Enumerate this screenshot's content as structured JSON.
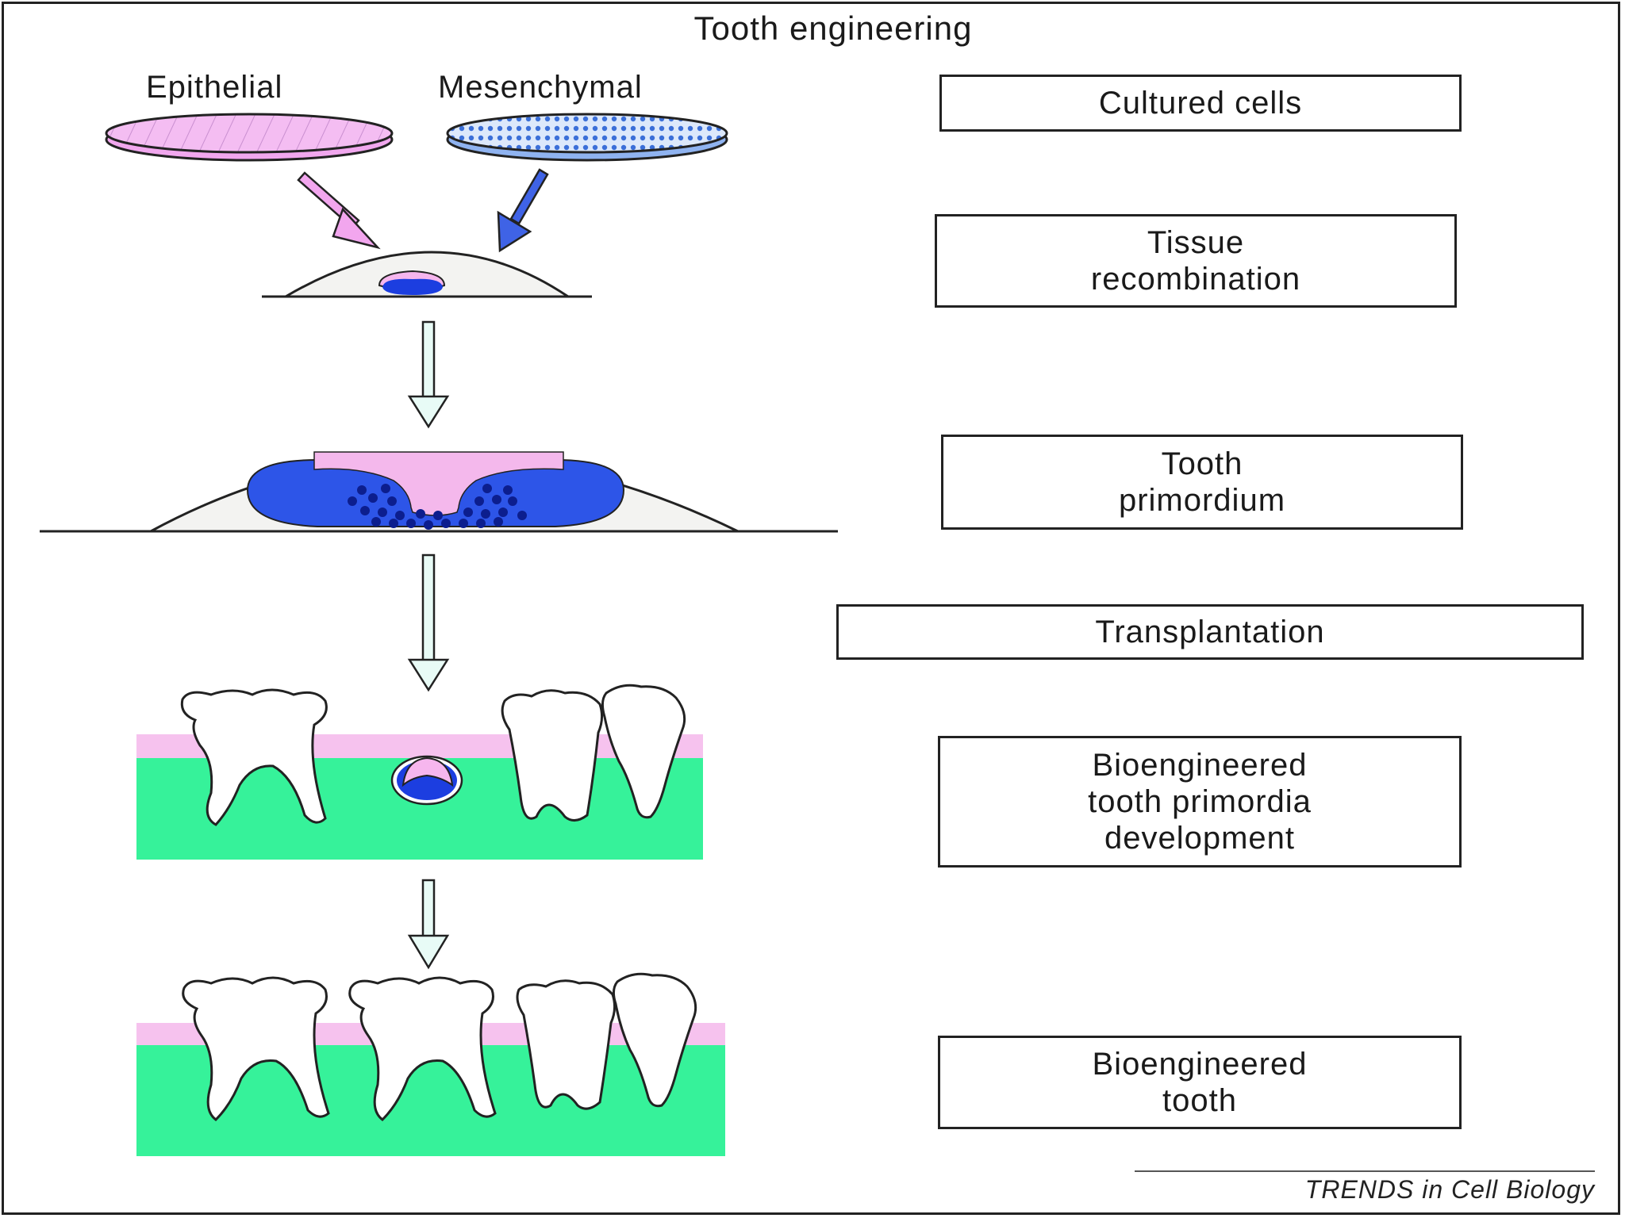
{
  "title": "Tooth engineering",
  "dishes": {
    "epithelial": "Epithelial",
    "mesenchymal": "Mesenchymal"
  },
  "steps": [
    "Cultured cells",
    "Tissue\nrecombination",
    "Tooth\nprimordium",
    "Transplantation",
    "Bioengineered\ntooth primordia\ndevelopment",
    "Bioengineered\ntooth"
  ],
  "credit": "TRENDS in Cell Biology",
  "colors": {
    "epithelial_pink": "#f2b6f0",
    "mesenchymal_blue": "#2d55e8",
    "gum_pink": "#f6c2ee",
    "tissue_green": "#36f29a",
    "arrow_fill": "#e8fbf6"
  }
}
